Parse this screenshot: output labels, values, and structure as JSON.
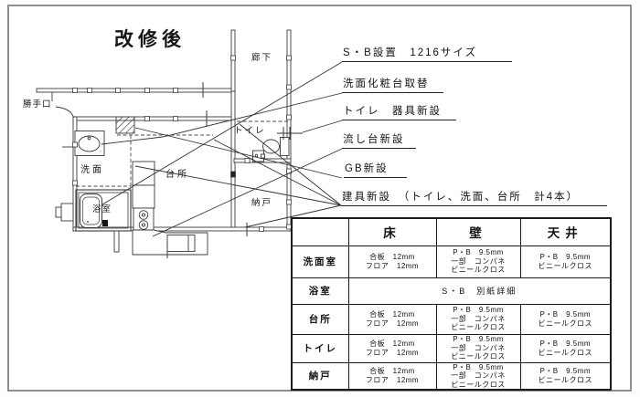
{
  "title": "改修後",
  "plan_labels": {
    "corridor": "廊下",
    "back_door": "勝手口",
    "toilet": "トイレ",
    "washroom": "洗面",
    "kitchen": "台所",
    "bathroom": "浴室",
    "storage": "納戸"
  },
  "annotations": [
    {
      "text": "S・B設置　1216サイズ",
      "meaning": "system-bath-install-1216-size"
    },
    {
      "text": "洗面化粧台取替",
      "meaning": "vanity-replacement"
    },
    {
      "text": "トイレ　器具新設",
      "meaning": "new-toilet-fixture"
    },
    {
      "text": "流し台新設",
      "meaning": "new-kitchen-sink"
    },
    {
      "text": "GB新設",
      "meaning": "new-gb"
    },
    {
      "text": "建具新設　（トイレ、洗面、台所　計4本）",
      "meaning": "new-fittings-4-doors"
    }
  ],
  "spec_table": {
    "corner": "",
    "headers": {
      "floor": "床",
      "wall": "壁",
      "ceiling": "天井"
    },
    "rows": [
      {
        "room": "洗面室",
        "floor": "合板　12mm\nフロア　12mm",
        "wall": "P・B　9.5mm\n一部　コンパネ\nビニールクロス",
        "ceiling": "P・B　9.5mm\nビニールクロス"
      },
      {
        "room": "浴室",
        "note": "S・B　別紙詳細"
      },
      {
        "room": "台所",
        "floor": "合板　12mm\nフロア　12mm",
        "wall": "P・B　9.5mm\n一部　コンパネ\nビニールクロス",
        "ceiling": "P・B　9.5mm\nビニールクロス"
      },
      {
        "room": "トイレ",
        "floor": "合板　12mm\nフロア　12mm",
        "wall": "P・B　9.5mm\n一部　コンパネ\nビニールクロス",
        "ceiling": "P・B　9.5mm\nビニールクロス"
      },
      {
        "room": "納戸",
        "floor": "合板　12mm\nフロア　12mm",
        "wall": "P・B　9.5mm\n一部　コンパネ\nビニールクロス",
        "ceiling": "P・B　9.5mm\nビニールクロス"
      }
    ]
  },
  "colors": {
    "line": "#3a3a3a",
    "text": "#111111",
    "page_border": "#8f8f8f"
  }
}
